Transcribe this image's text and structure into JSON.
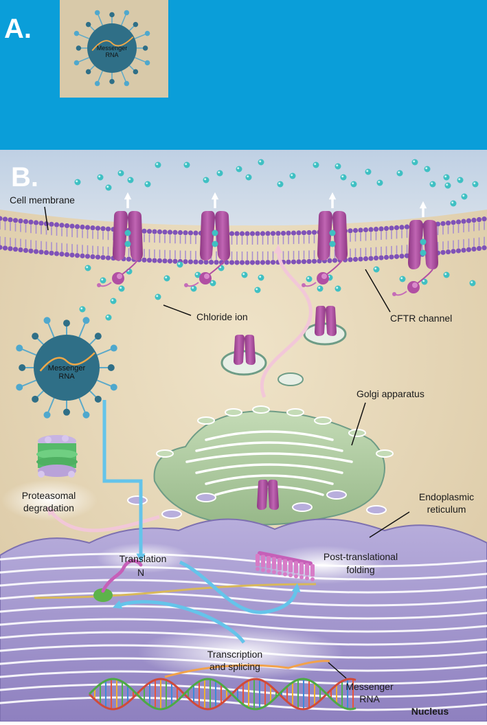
{
  "panelA": {
    "letter": "A.",
    "inset_label_1": "Messenger",
    "inset_label_2": "RNA"
  },
  "panelB": {
    "letter": "B.",
    "labels": {
      "cell_membrane": "Cell membrane",
      "chloride_ion": "Chloride ion",
      "cftr_channel": "CFTR channel",
      "golgi": "Golgi apparatus",
      "er_1": "Endoplasmic",
      "er_2": "reticulum",
      "proteasomal_1": "Proteasomal",
      "proteasomal_2": "degradation",
      "translation": "Translation",
      "n_terminus": "N",
      "ptf_1": "Post-translational",
      "ptf_2": "folding",
      "ts_1": "Transcription",
      "ts_2": "and splicing",
      "mrna_1": "Messenger",
      "mrna_2": "RNA",
      "nucleus": "Nucleus",
      "lnp_mrna_1": "Messenger",
      "lnp_mrna_2": "RNA"
    }
  },
  "colors": {
    "panelA_bg": "#0A9ED9",
    "extracellular": "#C9D6E6",
    "cytoplasm": "#E3D3B3",
    "membrane_head": "#7F52B8",
    "cftr": "#A8459A",
    "chloride": "#3FC0C3",
    "golgi": "#A9C79A",
    "er": "#9C8FC6",
    "arrow_blue": "#64C4EA",
    "lnp": "#2F6F87"
  }
}
